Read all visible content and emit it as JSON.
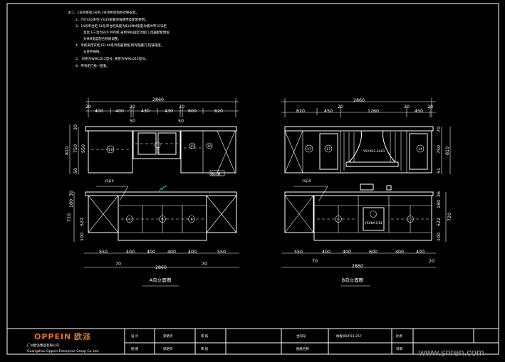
{
  "notes": [
    "注:1、1号单柜宽2号单,3号单柜转角柜对称安装。",
    "2、YSYX02系列,YSJ19配置单独使用及配套使用。",
    "3、14号单台柜,16号单台柜高度为810MM宽度为缓冲带15号柜",
    "室台下三台为820 月月柜,采用吊码固定功能门,电器配套预留",
    "为MM宽度配合预留调整。",
    "4、吊柜采用衣柜,ED-06系列电器预留,所有隐藏门,铰链角度。",
    "五金件按照。",
    "5、 吊柜为WWLD12型号,   底柜为WWLD12型号。",
    "6、所有柜门统一配套。"
  ],
  "elevation_a": {
    "title": "A向立面图",
    "top_overall": "2860",
    "top_dims": [
      "20",
      "400",
      "400",
      "20",
      "430",
      "430",
      "20",
      "600",
      "620"
    ],
    "top_sub": [
      "50",
      "50"
    ],
    "upper_left_dims": [
      "810",
      "30",
      "750",
      "550",
      "50"
    ],
    "upper_labels": [
      "13",
      "14",
      "15",
      "16",
      "收口板"
    ],
    "upper_center_label": "1030",
    "base_callout": "YSJ19",
    "base_labels": [
      "4",
      "5",
      "6"
    ],
    "base_left_dims": [
      "30",
      "180",
      "720",
      "522",
      "100"
    ],
    "bottom_dims": [
      "550",
      "400",
      "400",
      "400",
      "400",
      "550"
    ],
    "bottom_sub": [
      "70",
      "70"
    ],
    "bottom_overall": "2860"
  },
  "elevation_b": {
    "title": "B向立面图",
    "top_overall": "2860",
    "top_dims": [
      "620",
      "450",
      "20",
      "1260",
      "20",
      "450",
      "20"
    ],
    "upper_labels": [
      "17",
      "17",
      "14"
    ],
    "hood_label": "YSYX02-EA01",
    "right_dims": [
      "70",
      "750",
      "810",
      "51"
    ],
    "base_callout": "YSJ19",
    "oven_label": "YSXKA-E14",
    "base_right_dims": [
      "36",
      "180",
      "720",
      "522",
      "100"
    ],
    "bottom_dims": [
      "550",
      "400",
      "400",
      "600",
      "400",
      "400"
    ],
    "bottom_sub": [
      "70",
      "20"
    ],
    "bottom_overall": "2860"
  },
  "title_block": {
    "brand": "OPPEIN",
    "brand_cn": "欧派",
    "company_cn": "广州欧派集团有限公司",
    "company_en": "Guangzhou Oppein Enterprise Group Co.,Ltd.",
    "design_label": "设 计",
    "design_value": "梁艳玲",
    "draw_label": "制 图",
    "draw_value": "梁艳玲",
    "review_label": "审 核",
    "approve_label": "审 批",
    "contract_label": "合同号",
    "contract_value": "样板间OP13-257",
    "drawing_name_label": "图纸名称",
    "scale_label": "比例",
    "date_label": "日期"
  },
  "watermark": "www.snren.com",
  "colors": {
    "background": "#000000",
    "lines": "#ffffff",
    "brand": "#e8731a",
    "faucet": "#2aa198"
  }
}
